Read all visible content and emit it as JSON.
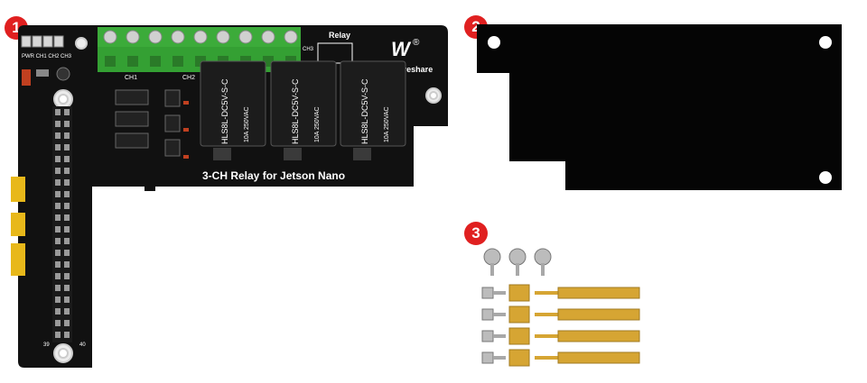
{
  "badges": {
    "one": "1",
    "two": "2",
    "three": "3"
  },
  "board": {
    "title": "3-CH Relay for Jetson Nano",
    "brand": "Waveshare",
    "relay_label": "Relay",
    "led_labels": "PWR CH1 CH2 CH3",
    "terminal_label_ch3": "CH3",
    "ch1_label": "CH1",
    "ch2_label": "CH2",
    "relay_model": "HLS8L-DC5V-S-C",
    "relay_rating": "10A 250VAC",
    "pin_num_left": "39",
    "pin_num_right": "40"
  },
  "colors": {
    "pcb": "#111111",
    "terminal": "#3cab3a",
    "relay": "#1c1c1c",
    "brass": "#d6a533",
    "badge": "#e02020",
    "acrylic": "#050505"
  }
}
